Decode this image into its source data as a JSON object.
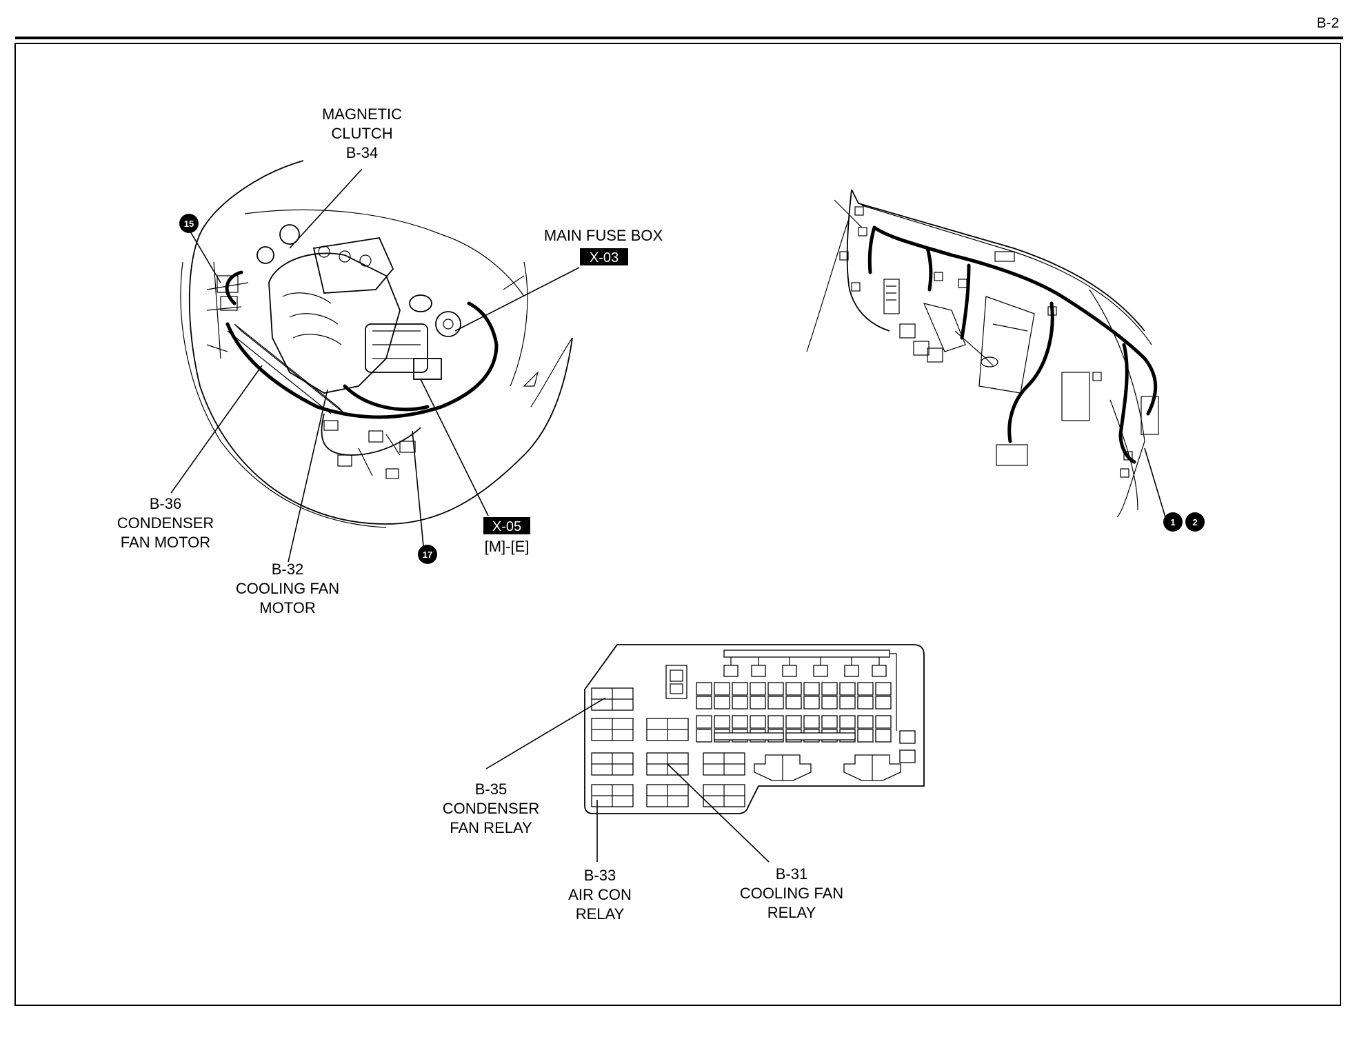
{
  "page_number": "B-2",
  "engine_view": {
    "callouts": {
      "magnetic_clutch": [
        "MAGNETIC",
        "CLUTCH",
        "B-34"
      ],
      "main_fuse_box": "MAIN FUSE BOX",
      "x03": "X-03",
      "x05": "X-05",
      "x05_sub": "[M]-[E]",
      "b36": [
        "B-36",
        "CONDENSER",
        "FAN MOTOR"
      ],
      "b32": [
        "B-32",
        "COOLING FAN",
        "MOTOR"
      ]
    },
    "badges": {
      "b15": "15",
      "b17": "17"
    }
  },
  "dash_view": {
    "badges": {
      "b1": "1",
      "b2": "2"
    }
  },
  "fuse_box_view": {
    "callouts": {
      "b35": [
        "B-35",
        "CONDENSER",
        "FAN RELAY"
      ],
      "b33": [
        "B-33",
        "AIR CON",
        "RELAY"
      ],
      "b31": [
        "B-31",
        "COOLING FAN",
        "RELAY"
      ]
    }
  },
  "colors": {
    "ink": "#000000",
    "paper": "#ffffff"
  }
}
